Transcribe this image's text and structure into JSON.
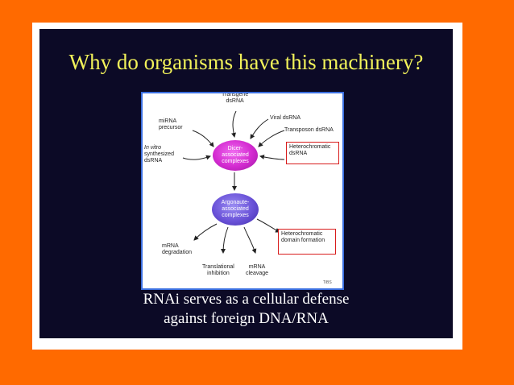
{
  "slide": {
    "title": "Why do organisms have this machinery?",
    "footer_line1": "RNAi serves as a cellular defense",
    "footer_line2": "against foreign DNA/RNA"
  },
  "diagram": {
    "inputs": {
      "transgene": [
        "Transgene",
        "dsRNA"
      ],
      "viral": "Viral dsRNA",
      "transposon": "Transposon dsRNA",
      "mirna_precursor": [
        "miRNA",
        "precursor"
      ],
      "in_vitro": [
        "In vitro",
        "synthesized",
        "dsRNA"
      ],
      "heterochromatic_dsrna": [
        "Heterochromatic",
        "dsRNA"
      ]
    },
    "dicer": [
      "Dicer-",
      "associated",
      "complexes"
    ],
    "argonaute": [
      "Argonaute-",
      "associated",
      "complexes"
    ],
    "outputs": {
      "mrna_degradation": [
        "mRNA",
        "degradation"
      ],
      "translational_inhibition": [
        "Translational",
        "inhibition"
      ],
      "mrna_cleavage": [
        "mRNA",
        "cleavage"
      ],
      "heterochromatic_domain": [
        "Heterochromatic",
        "domain formation"
      ]
    },
    "credit": "TiBS"
  },
  "colors": {
    "background": "#ff6a00",
    "slide": "#0c0a26",
    "title": "#f2f25a",
    "highlight_box": "#d81c1c",
    "diagram_border": "#3b6fe0"
  }
}
